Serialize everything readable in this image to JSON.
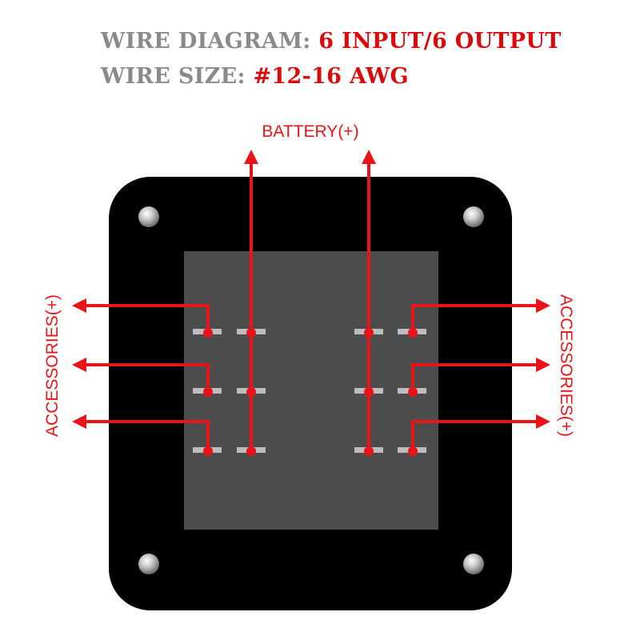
{
  "header": {
    "line1_label": "WIRE DIAGRAM: ",
    "line1_value": "6 INPUT/6 OUTPUT",
    "line2_label": "WIRE SIZE: ",
    "line2_value": "#12-16 AWG"
  },
  "labels": {
    "battery": "BATTERY(+)",
    "accessories_left": "ACCESSORIES(+)",
    "accessories_right": "ACCESSORIES(+)"
  },
  "colors": {
    "wire": "#e8141a",
    "title_gray": "#8a8a8a",
    "title_red": "#d80c0c",
    "plate": "#000000",
    "switch_panel": "#4c4c4c"
  }
}
